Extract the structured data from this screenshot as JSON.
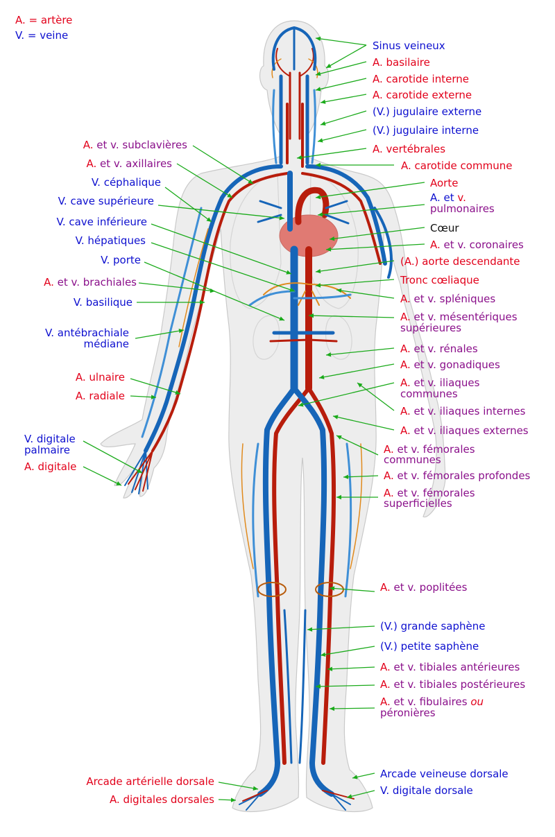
{
  "legend": [
    {
      "text": "A. = artère",
      "color": "red"
    },
    {
      "text": "V. = veine",
      "color": "blue"
    }
  ],
  "labels": [
    {
      "id": "sinus-veineux",
      "parts": [
        {
          "text": "Sinus veineux",
          "color": "blue"
        }
      ]
    },
    {
      "id": "a-basilaire",
      "parts": [
        {
          "text": "A. basilaire",
          "color": "red"
        }
      ]
    },
    {
      "id": "a-carotide-interne",
      "parts": [
        {
          "text": "A. carotide interne",
          "color": "red"
        }
      ]
    },
    {
      "id": "a-carotide-externe",
      "parts": [
        {
          "text": "A. carotide externe",
          "color": "red"
        }
      ]
    },
    {
      "id": "v-jugulaire-externe",
      "parts": [
        {
          "text": "(V.) jugulaire externe",
          "color": "blue"
        }
      ]
    },
    {
      "id": "v-jugulaire-interne",
      "parts": [
        {
          "text": "(V.) jugulaire interne",
          "color": "blue"
        }
      ]
    },
    {
      "id": "a-vertebrales",
      "parts": [
        {
          "text": "A. vertébrales",
          "color": "red"
        }
      ]
    },
    {
      "id": "a-carotide-commune",
      "parts": [
        {
          "text": "A. carotide commune",
          "color": "red"
        }
      ]
    },
    {
      "id": "aorte",
      "parts": [
        {
          "text": "Aorte",
          "color": "red"
        }
      ]
    },
    {
      "id": "av-pulmonaires-1",
      "parts": [
        {
          "text": "A. et ",
          "color": "blue"
        },
        {
          "text": "v.",
          "color": "red"
        }
      ]
    },
    {
      "id": "av-pulmonaires-2",
      "parts": [
        {
          "text": "pulmonaires",
          "color": "purple"
        }
      ]
    },
    {
      "id": "coeur",
      "parts": [
        {
          "text": "Cœur",
          "color": "black"
        }
      ]
    },
    {
      "id": "av-coronaires",
      "parts": [
        {
          "text": "A. ",
          "color": "red"
        },
        {
          "text": "et v. coronaires",
          "color": "purple"
        }
      ]
    },
    {
      "id": "a-aorte-descendante",
      "parts": [
        {
          "text": "(A.) aorte descendante",
          "color": "red"
        }
      ]
    },
    {
      "id": "tronc-coeliaque",
      "parts": [
        {
          "text": "Tronc cœliaque",
          "color": "red"
        }
      ]
    },
    {
      "id": "av-spleniques",
      "parts": [
        {
          "text": "A. ",
          "color": "red"
        },
        {
          "text": "et v. spléniques",
          "color": "purple"
        }
      ]
    },
    {
      "id": "av-mesenteriques-1",
      "parts": [
        {
          "text": "A. ",
          "color": "red"
        },
        {
          "text": "et v. mésentériques",
          "color": "purple"
        }
      ]
    },
    {
      "id": "av-mesenteriques-2",
      "parts": [
        {
          "text": "supérieures",
          "color": "purple"
        }
      ]
    },
    {
      "id": "av-renales",
      "parts": [
        {
          "text": "A. ",
          "color": "red"
        },
        {
          "text": "et v. rénales",
          "color": "purple"
        }
      ]
    },
    {
      "id": "av-gonadiques",
      "parts": [
        {
          "text": "A. ",
          "color": "red"
        },
        {
          "text": "et v. gonadiques",
          "color": "purple"
        }
      ]
    },
    {
      "id": "av-iliaques-communes-1",
      "parts": [
        {
          "text": "A. ",
          "color": "red"
        },
        {
          "text": "et v. iliaques",
          "color": "purple"
        }
      ]
    },
    {
      "id": "av-iliaques-communes-2",
      "parts": [
        {
          "text": "communes",
          "color": "purple"
        }
      ]
    },
    {
      "id": "av-iliaques-internes",
      "parts": [
        {
          "text": "A. ",
          "color": "red"
        },
        {
          "text": "et v. iliaques internes",
          "color": "purple"
        }
      ]
    },
    {
      "id": "av-iliaques-externes",
      "parts": [
        {
          "text": "A. ",
          "color": "red"
        },
        {
          "text": "et v. iliaques externes",
          "color": "purple"
        }
      ]
    },
    {
      "id": "av-femorales-communes-1",
      "parts": [
        {
          "text": "A. ",
          "color": "red"
        },
        {
          "text": "et v. fémorales",
          "color": "purple"
        }
      ]
    },
    {
      "id": "av-femorales-communes-2",
      "parts": [
        {
          "text": "communes",
          "color": "purple"
        }
      ]
    },
    {
      "id": "av-femorales-profondes",
      "parts": [
        {
          "text": "A. ",
          "color": "red"
        },
        {
          "text": "et v. fémorales profondes",
          "color": "purple"
        }
      ]
    },
    {
      "id": "av-femorales-superficielles-1",
      "parts": [
        {
          "text": "A. ",
          "color": "red"
        },
        {
          "text": "et v. fémorales",
          "color": "purple"
        }
      ]
    },
    {
      "id": "av-femorales-superficielles-2",
      "parts": [
        {
          "text": "superficielles",
          "color": "purple"
        }
      ]
    },
    {
      "id": "av-poplitees",
      "parts": [
        {
          "text": "A. ",
          "color": "red"
        },
        {
          "text": "et v. poplitées",
          "color": "purple"
        }
      ]
    },
    {
      "id": "v-grande-saphene",
      "parts": [
        {
          "text": "(V.) grande saphène",
          "color": "blue"
        }
      ]
    },
    {
      "id": "v-petite-saphene",
      "parts": [
        {
          "text": "(V.) petite saphène",
          "color": "blue"
        }
      ]
    },
    {
      "id": "av-tibiales-anterieures",
      "parts": [
        {
          "text": "A. ",
          "color": "red"
        },
        {
          "text": "et v. tibiales antérieures",
          "color": "purple"
        }
      ]
    },
    {
      "id": "av-tibiales-posterieures",
      "parts": [
        {
          "text": "A. ",
          "color": "red"
        },
        {
          "text": "et v. tibiales postérieures",
          "color": "purple"
        }
      ]
    },
    {
      "id": "av-fibulaires-1",
      "parts": [
        {
          "text": "A. ",
          "color": "red"
        },
        {
          "text": "et v. fibulaires ",
          "color": "purple"
        },
        {
          "text": "ou",
          "color": "red",
          "italic": true
        }
      ]
    },
    {
      "id": "av-fibulaires-2",
      "parts": [
        {
          "text": "péronières",
          "color": "purple"
        }
      ]
    },
    {
      "id": "arcade-veineuse-dorsale",
      "parts": [
        {
          "text": "Arcade veineuse dorsale",
          "color": "blue"
        }
      ]
    },
    {
      "id": "v-digitale-dorsale",
      "parts": [
        {
          "text": "V. digitale dorsale",
          "color": "blue"
        }
      ]
    },
    {
      "id": "av-subclavieres",
      "parts": [
        {
          "text": "A. ",
          "color": "red"
        },
        {
          "text": "et v. subclavières",
          "color": "purple"
        }
      ]
    },
    {
      "id": "av-axillaires",
      "parts": [
        {
          "text": "A. ",
          "color": "red"
        },
        {
          "text": "et v. axillaires",
          "color": "purple"
        }
      ]
    },
    {
      "id": "v-cephalique",
      "parts": [
        {
          "text": "V. céphalique",
          "color": "blue"
        }
      ]
    },
    {
      "id": "v-cave-superieure",
      "parts": [
        {
          "text": "V. cave supérieure",
          "color": "blue"
        }
      ]
    },
    {
      "id": "v-cave-inferieure",
      "parts": [
        {
          "text": "V. cave inférieure",
          "color": "blue"
        }
      ]
    },
    {
      "id": "v-hepatiques",
      "parts": [
        {
          "text": "V. hépatiques",
          "color": "blue"
        }
      ]
    },
    {
      "id": "v-porte",
      "parts": [
        {
          "text": "V. porte",
          "color": "blue"
        }
      ]
    },
    {
      "id": "av-brachiales",
      "parts": [
        {
          "text": "A. ",
          "color": "red"
        },
        {
          "text": "et v. brachiales",
          "color": "purple"
        }
      ]
    },
    {
      "id": "v-basilique",
      "parts": [
        {
          "text": "V. basilique",
          "color": "blue"
        }
      ]
    },
    {
      "id": "v-antebrachiale-1",
      "parts": [
        {
          "text": "V. antébrachiale",
          "color": "blue"
        }
      ]
    },
    {
      "id": "v-antebrachiale-2",
      "parts": [
        {
          "text": "médiane",
          "color": "blue"
        }
      ]
    },
    {
      "id": "a-ulnaire",
      "parts": [
        {
          "text": "A. ulnaire",
          "color": "red"
        }
      ]
    },
    {
      "id": "a-radiale",
      "parts": [
        {
          "text": "A. radiale",
          "color": "red"
        }
      ]
    },
    {
      "id": "v-digitale-palmaire-1",
      "parts": [
        {
          "text": "V. digitale",
          "color": "blue"
        }
      ]
    },
    {
      "id": "v-digitale-palmaire-2",
      "parts": [
        {
          "text": "palmaire",
          "color": "blue"
        }
      ]
    },
    {
      "id": "a-digitale",
      "parts": [
        {
          "text": "A. digitale",
          "color": "red"
        }
      ]
    },
    {
      "id": "arcade-arterielle-dorsale",
      "parts": [
        {
          "text": "Arcade artérielle dorsale",
          "color": "red"
        }
      ]
    },
    {
      "id": "a-digitales-dorsales",
      "parts": [
        {
          "text": "A. digitales dorsales",
          "color": "red"
        }
      ]
    }
  ],
  "palette": {
    "red": "#e2001a",
    "blue": "#0d0fcf",
    "purple": "#8a0f8a",
    "black": "#111111",
    "leader": "#1aaa1a",
    "vein": "#1665b8",
    "artery": "#b81d0c",
    "heart": "#e07a73"
  }
}
